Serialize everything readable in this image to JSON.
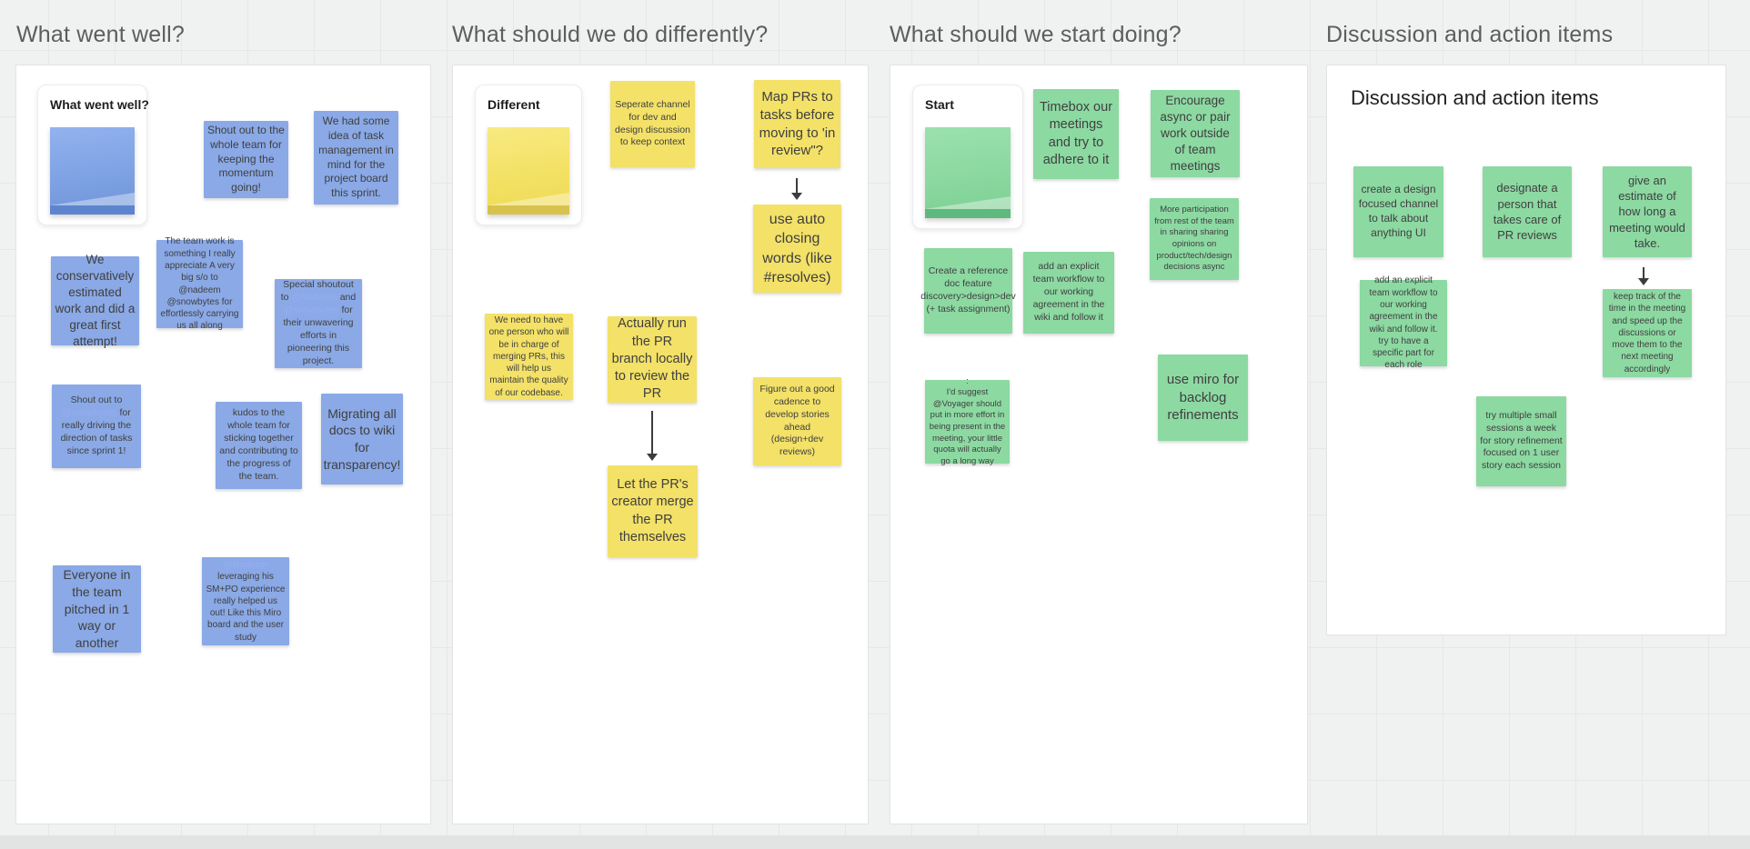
{
  "colors": {
    "background": "#f0f1f1",
    "frame": "#ffffff",
    "sticky_blue": "#8aa9e6",
    "sticky_yellow": "#f3e168",
    "sticky_green": "#8cd9a2",
    "mention": "#98adf5",
    "note_text": "#3f3f3f",
    "header_text": "#5d5d5d"
  },
  "columns": [
    {
      "header": "What went well?",
      "card_title": "What went well?",
      "notes": [
        {
          "text": "Shout out to the whole team for keeping the momentum going!"
        },
        {
          "text": "We had some idea of task management in mind for the project board this sprint."
        },
        {
          "text": "We conservatively estimated work and did a great first attempt!"
        },
        {
          "text": "The team work is something I really appreciate A very big s/o to @nadeem @snowbytes for effortlessly carrying us all along"
        },
        {
          "parts": [
            {
              "t": "Special shoutout to "
            },
            {
              "t": "@Nadeem",
              "m": true
            },
            {
              "t": " and "
            },
            {
              "t": "@snowbytes",
              "m": true
            },
            {
              "t": " for their unwavering efforts in pioneering this project."
            }
          ]
        },
        {
          "parts": [
            {
              "t": "Shout out to "
            },
            {
              "t": "@snowbytes",
              "m": true
            },
            {
              "t": " for really driving the direction of tasks since sprint 1!"
            }
          ]
        },
        {
          "text": "kudos to the whole team for sticking together and contributing to the progress of the team."
        },
        {
          "text": "Migrating all docs to wiki for transparency!"
        },
        {
          "text": "Everyone in the team pitched in 1 way or another"
        },
        {
          "parts": [
            {
              "t": "@Nadeem",
              "m": true
            },
            {
              "t": " leveraging his SM+PO experience really helped us out! Like this Miro board and the user study"
            }
          ]
        }
      ]
    },
    {
      "header": "What should we do differently?",
      "card_title": "Different",
      "notes": [
        {
          "text": "Seperate channel for dev and design discussion to keep context"
        },
        {
          "text": "Map PRs to tasks before moving to 'in review\"?"
        },
        {
          "text": "use auto closing words (like #resolves)"
        },
        {
          "text": "We need to have one person who will be in charge of merging PRs, this will help us maintain the quality of our codebase."
        },
        {
          "text": "Actually run the PR branch locally to review the PR"
        },
        {
          "text": "Let the PR's creator merge the PR themselves"
        },
        {
          "text": "Figure out a good cadence to develop stories ahead (design+dev reviews)"
        }
      ]
    },
    {
      "header": "What should we start doing?",
      "card_title": "Start",
      "notes": [
        {
          "text": "Timebox our meetings and try to adhere to it"
        },
        {
          "text": "Encourage async or pair work outside of team meetings"
        },
        {
          "text": "More participation from rest of the team in sharing sharing opinions on product/tech/design decisions async"
        },
        {
          "text": "Create a reference doc feature discovery>design>dev (+ task assignment)"
        },
        {
          "text": "add an explicit team workflow to our working agreement in the wiki and follow it"
        },
        {
          "text": ":\nI'd suggest @Voyager should put in more effort in being present in the meeting, your little quota will actually go a long way"
        },
        {
          "text": "use miro for backlog refinements"
        }
      ]
    },
    {
      "header": "Discussion and action items",
      "panel_title": "Discussion and action items",
      "notes": [
        {
          "text": "create a design focused channel to talk about anything UI"
        },
        {
          "text": "designate a person that takes care of PR reviews"
        },
        {
          "text": "give an estimate of how long a meeting would take."
        },
        {
          "text": "add an explicit team workflow to our working agreement in the wiki and follow it. try to have a specific part for each role"
        },
        {
          "text": "keep track of the time in the meeting and speed up the discussions or move them to the next meeting accordingly"
        },
        {
          "text": "try multiple small sessions a week for story refinement focused on 1 user story each session"
        }
      ]
    }
  ]
}
